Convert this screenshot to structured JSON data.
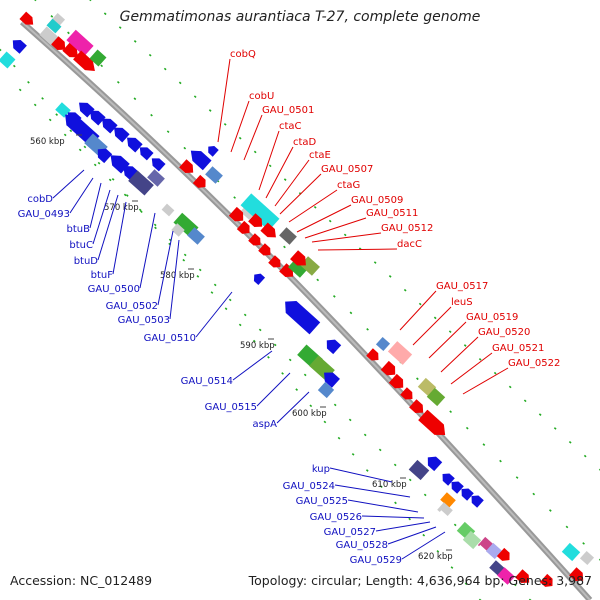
{
  "title": "Gemmatimonas aurantiaca T-27, complete genome",
  "footer": {
    "accession": "Accession: NC_012489",
    "summary": "Topology: circular; Length: 4,636,964 bp; Genes: 3,987"
  },
  "colors": {
    "backbone": "#888888",
    "forward": "#ee0000",
    "reverse": "#1010dd",
    "label_forward": "#e00000",
    "label_reverse": "#1010c0",
    "tick": "#22aa22"
  },
  "ticks": [
    "560 kbp",
    "570 kbp",
    "580 kbp",
    "590 kbp",
    "600 kbp",
    "610 kbp",
    "620 kbp"
  ],
  "labels_forward": [
    "cobQ",
    "cobU",
    "GAU_0501",
    "ctaC",
    "ctaD",
    "ctaE",
    "GAU_0507",
    "ctaG",
    "GAU_0509",
    "GAU_0511",
    "GAU_0512",
    "dacC",
    "GAU_0517",
    "leuS",
    "GAU_0519",
    "GAU_0520",
    "GAU_0521",
    "GAU_0522"
  ],
  "labels_reverse": [
    "cobD",
    "GAU_0493",
    "btuB",
    "btuC",
    "btuD",
    "btuF",
    "GAU_0500",
    "GAU_0502",
    "GAU_0503",
    "GAU_0510",
    "GAU_0514",
    "GAU_0515",
    "aspA",
    "kup",
    "GAU_0524",
    "GAU_0525",
    "GAU_0526",
    "GAU_0527",
    "GAU_0528",
    "GAU_0529"
  ]
}
